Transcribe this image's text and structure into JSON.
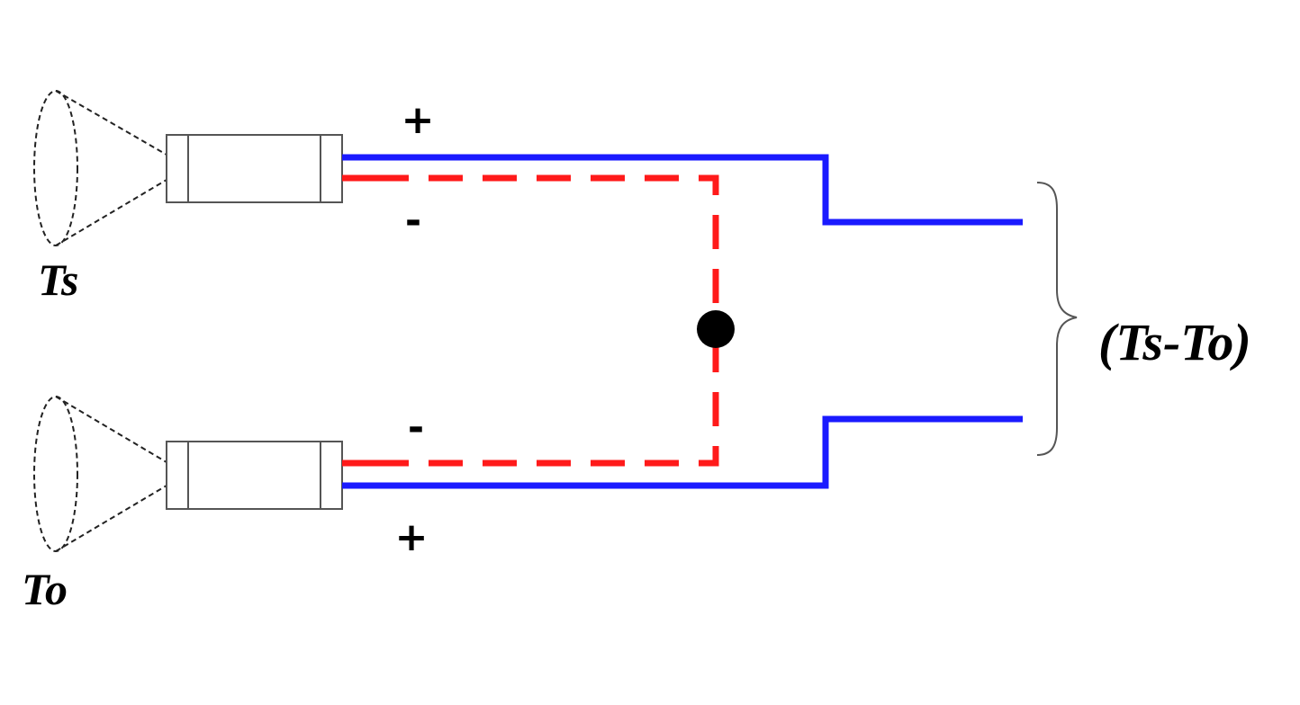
{
  "labels": {
    "top_sensor": "Ts",
    "bottom_sensor": "To",
    "output": "(Ts-To)"
  },
  "signs": {
    "top_plus": "+",
    "top_minus": "-",
    "bottom_minus": "-",
    "bottom_plus": "+"
  },
  "colors": {
    "positive_wire": "#1a1aff",
    "negative_wire": "#ff1a1a",
    "junction": "#000000",
    "outline": "#555555"
  }
}
